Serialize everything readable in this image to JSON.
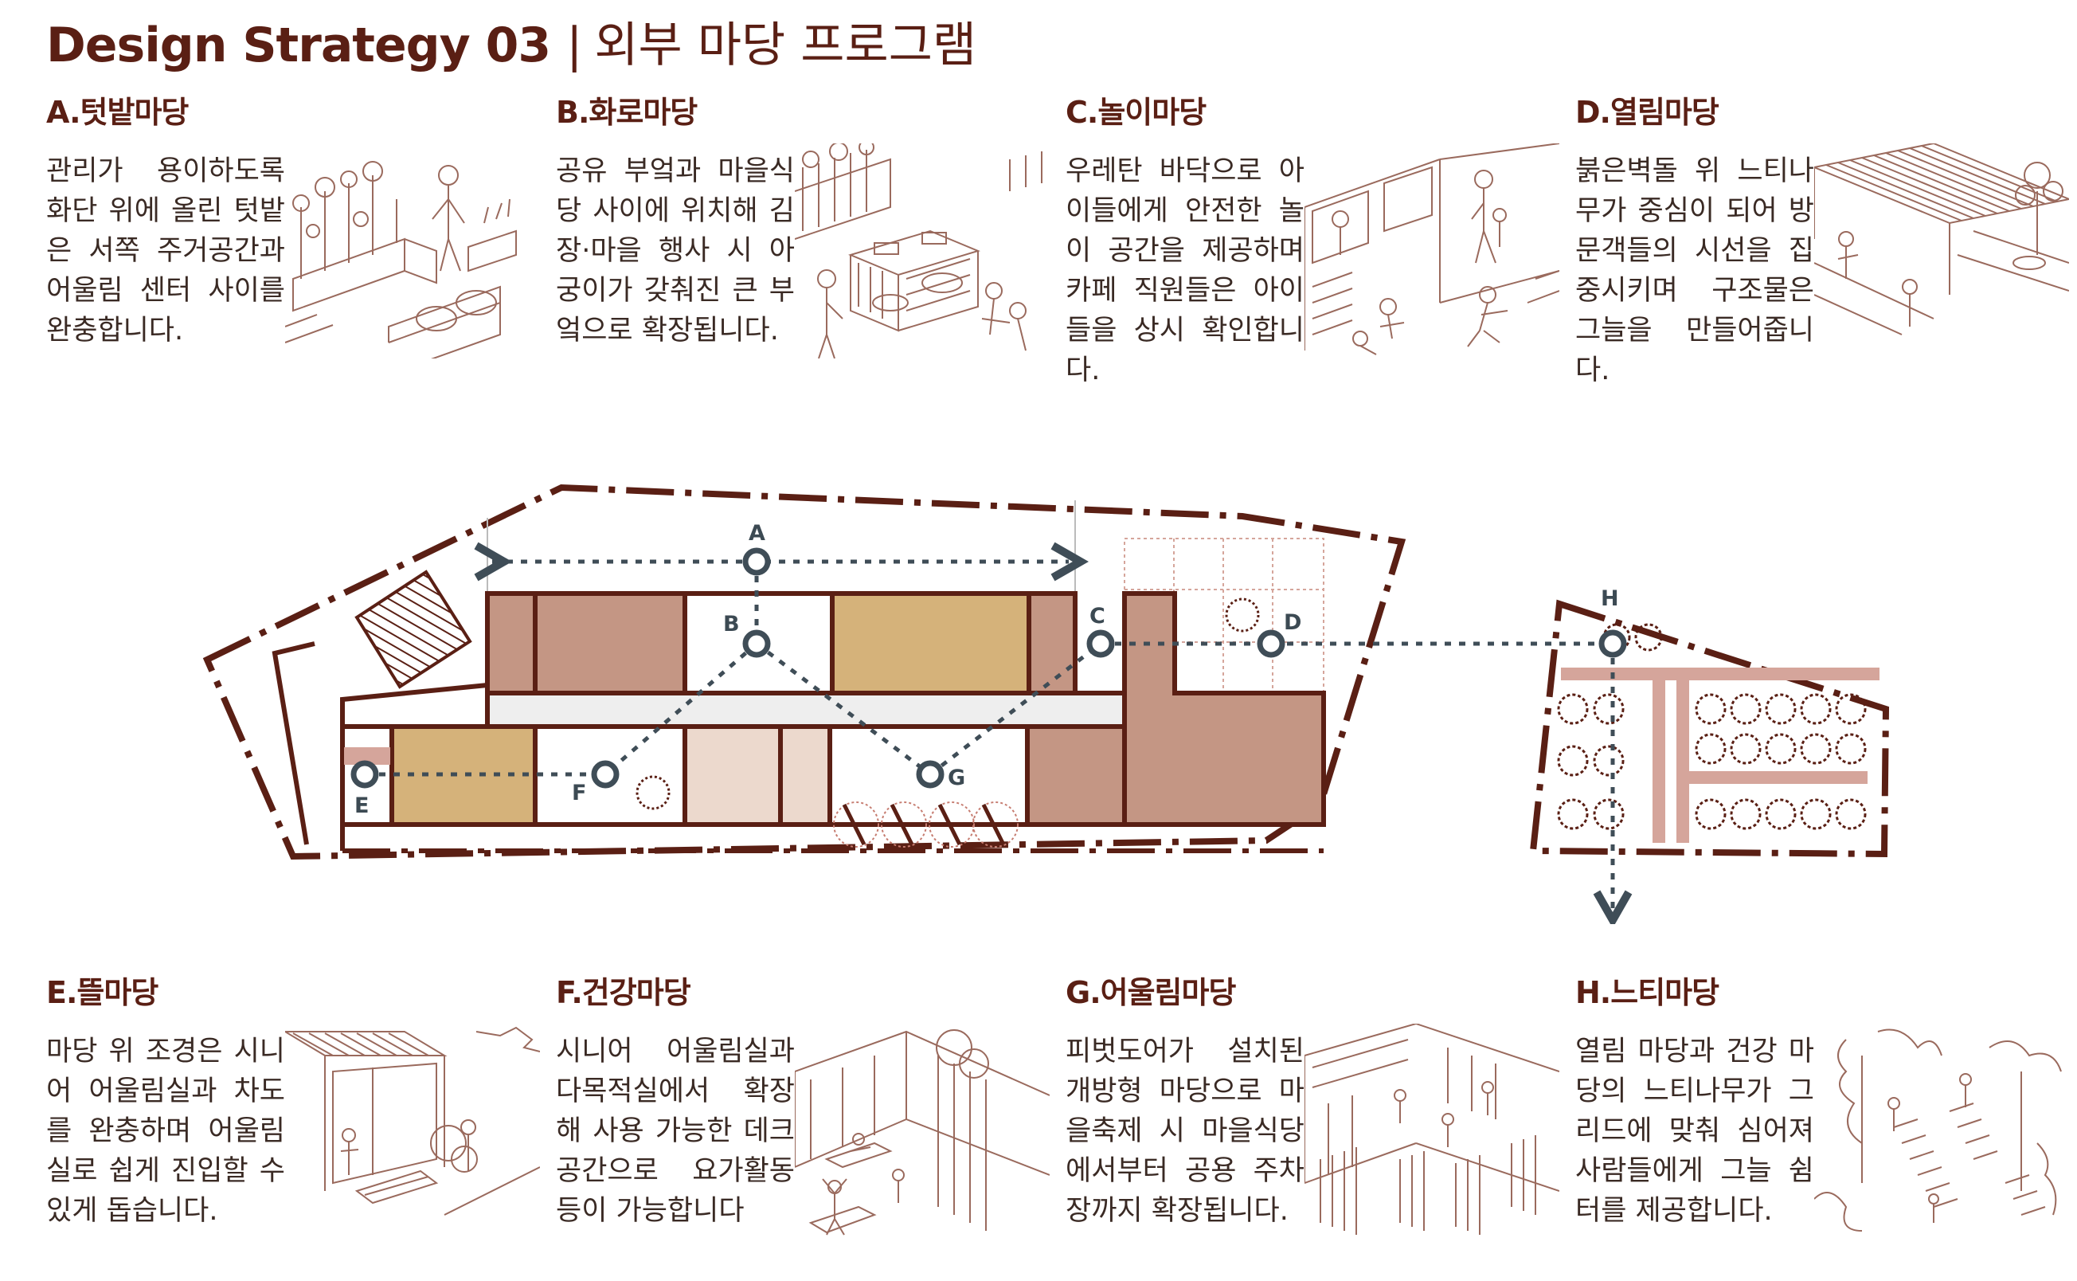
{
  "title": {
    "main": "Design Strategy 03",
    "separator": "|",
    "sub": "외부 마당 프로그램"
  },
  "colors": {
    "brown_dark": "#5a1f14",
    "brown_block": "#c49684",
    "tan_block": "#d5b27a",
    "beige_block": "#ecd9cd",
    "path": "#3f4d57",
    "sketch_line": "#9a6a5d",
    "grid_line": "#d5a59b"
  },
  "cards": [
    {
      "id": "A",
      "title": "A.텃밭마당",
      "text": "관리가 용이하도록 화단 위에 올린 텃밭은 서쪽 주거공간과 어울림 센터 사이를 완충합니다.",
      "icon": "garden-sketch-icon"
    },
    {
      "id": "B",
      "title": "B.화로마당",
      "text": "공유 부엌과 마을식당 사이에 위치해 김장·마을 행사 시 아궁이가 갖춰진 큰 부엌으로 확장됩니다.",
      "icon": "kitchen-sketch-icon"
    },
    {
      "id": "C",
      "title": "C.놀이마당",
      "text": "우레탄 바닥으로 아이들에게 안전한 놀이 공간을 제공하며 카페 직원들은 아이들을 상시 확인합니다.",
      "icon": "playground-sketch-icon"
    },
    {
      "id": "D",
      "title": "D.열림마당",
      "text": "붉은벽돌 위 느티나무가 중심이 되어 방문객들의 시선을 집중시키며 구조물은 그늘을 만들어줍니다.",
      "icon": "pergola-sketch-icon"
    },
    {
      "id": "E",
      "title": "E.뜰마당",
      "text": "마당 위 조경은 시니어 어울림실과 차도를 완충하며 어울림실로 쉽게 진입할 수 있게 돕습니다.",
      "icon": "yard-sketch-icon"
    },
    {
      "id": "F",
      "title": "F.건강마당",
      "text": "시니어 어울림실과 다목적실에서 확장해 사용 가능한 데크 공간으로 요가활동 등이 가능합니다",
      "icon": "yoga-deck-sketch-icon"
    },
    {
      "id": "G",
      "title": "G.어울림마당",
      "text": "피벗도어가 설치된 개방형 마당으로 마을축제 시 마을식당에서부터 공용 주차장까지 확장됩니다.",
      "icon": "pivot-door-sketch-icon"
    },
    {
      "id": "H",
      "title": "H.느티마당",
      "text": "열림 마당과 건강 마당의 느티나무가 그리드에 맞춰 심어져 사람들에게 그늘 쉼터를 제공합니다.",
      "icon": "zelkova-grove-sketch-icon"
    }
  ],
  "plan": {
    "points": [
      "A",
      "B",
      "C",
      "D",
      "E",
      "F",
      "G",
      "H"
    ]
  }
}
